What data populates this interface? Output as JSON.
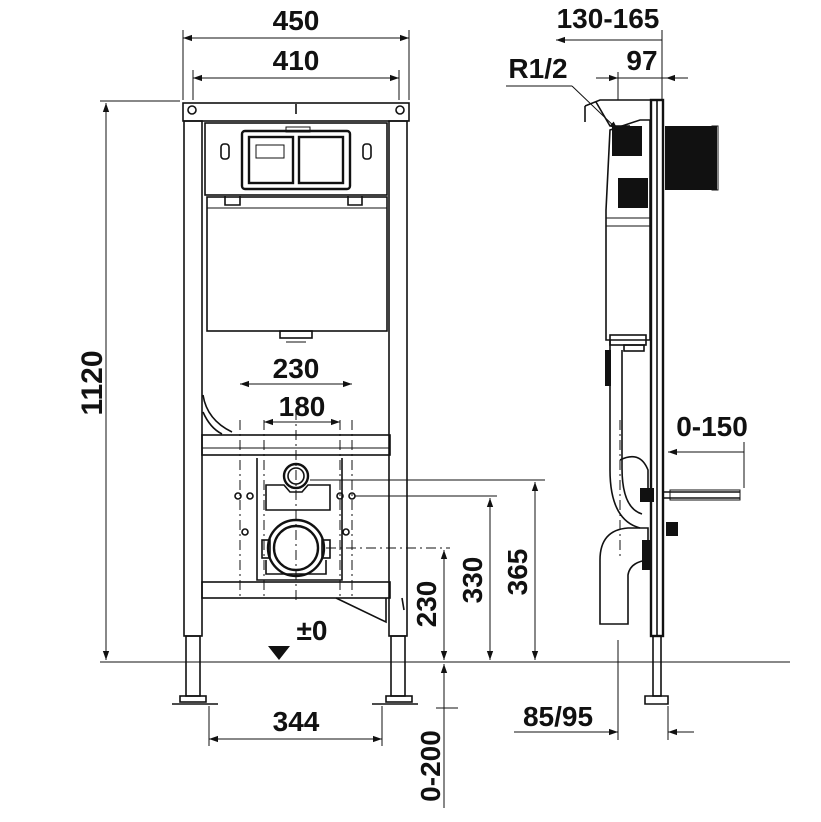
{
  "dimensions": {
    "width_450": "450",
    "width_410": "410",
    "height_1120": "1120",
    "spacing_230": "230",
    "spacing_180": "180",
    "depth_130_165": "130-165",
    "thread_r12": "R1/2",
    "depth_97": "97",
    "adjust_0_150": "0-150",
    "height_365": "365",
    "height_330": "330",
    "height_230": "230",
    "level_zero": "±0",
    "foot_344": "344",
    "foot_85_95": "85/95",
    "floor_0_200": "0-200"
  },
  "colors": {
    "line": "#111111",
    "background": "#ffffff"
  }
}
